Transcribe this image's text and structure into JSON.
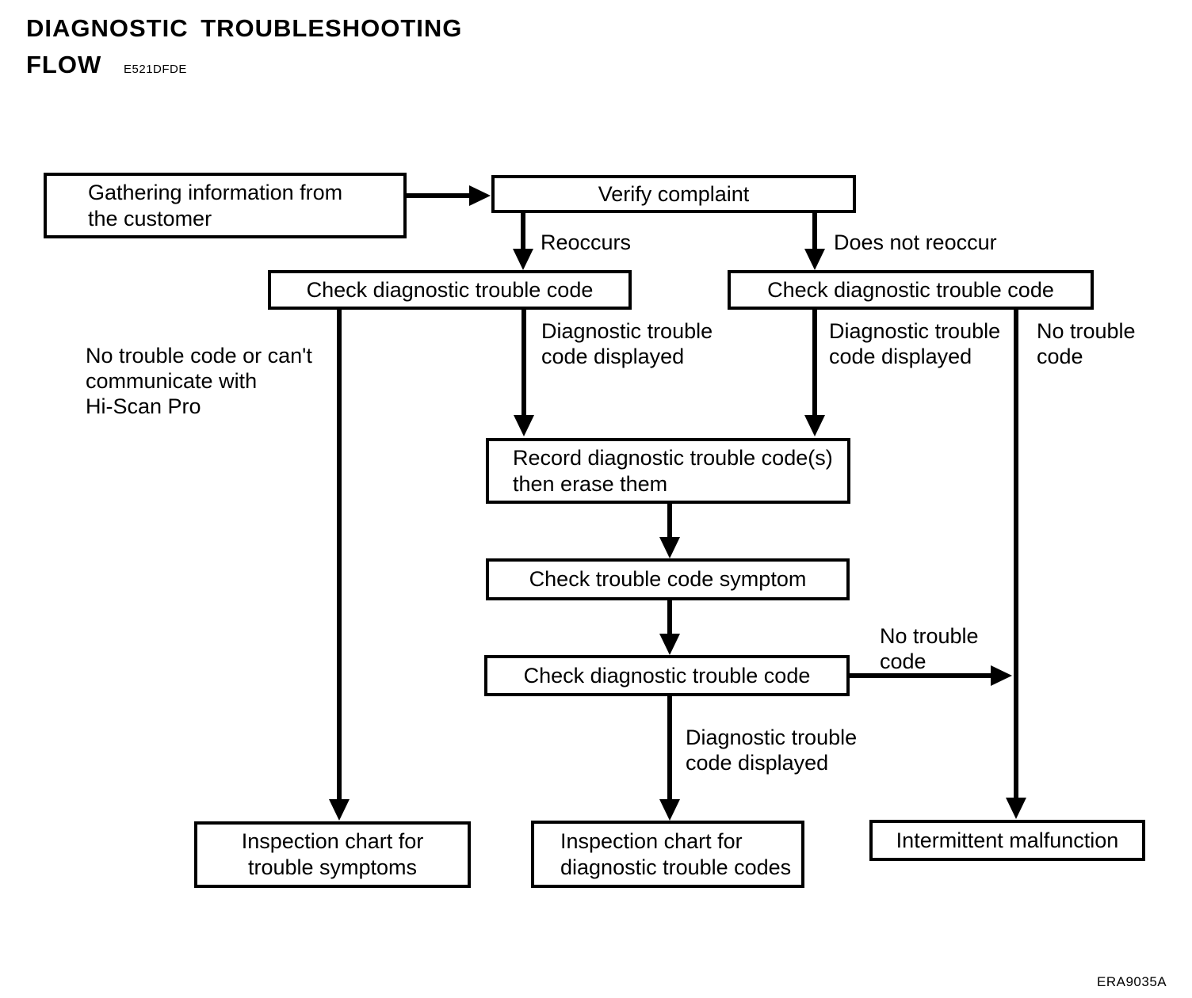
{
  "header": {
    "title_line1": "DIAGNOSTIC TROUBLESHOOTING",
    "title_line2": "FLOW",
    "doc_code": "E521DFDE"
  },
  "footer": {
    "figure_code": "ERA9035A"
  },
  "nodes": {
    "gathering": {
      "label": "Gathering information from\nthe customer"
    },
    "verify": {
      "label": "Verify complaint"
    },
    "check_left": {
      "label": "Check diagnostic trouble code"
    },
    "check_right": {
      "label": "Check diagnostic trouble code"
    },
    "record_erase": {
      "label": "Record diagnostic trouble code(s)\nthen erase them"
    },
    "check_symptom": {
      "label": "Check trouble code symptom"
    },
    "check_after_erase": {
      "label": "Check diagnostic trouble code"
    },
    "inspect_symptoms": {
      "label": "Inspection chart for\ntrouble symptoms"
    },
    "inspect_codes": {
      "label": "Inspection chart for\ndiagnostic trouble codes"
    },
    "intermittent": {
      "label": "Intermittent malfunction"
    }
  },
  "edge_labels": {
    "reoccurs": "Reoccurs",
    "does_not_reoccur": "Does not reoccur",
    "dtc_displayed_left": "Diagnostic trouble\ncode displayed",
    "dtc_displayed_right": "Diagnostic trouble\ncode displayed",
    "no_trouble_code_top_right": "No trouble\ncode",
    "no_trouble_or_cant_communicate": "No trouble code or can't\ncommunicate with\nHi-Scan Pro",
    "no_trouble_code_mid": "No trouble\ncode",
    "dtc_displayed_bottom": "Diagnostic trouble\ncode displayed"
  },
  "colors": {
    "ink": "#000000",
    "paper": "#ffffff"
  }
}
